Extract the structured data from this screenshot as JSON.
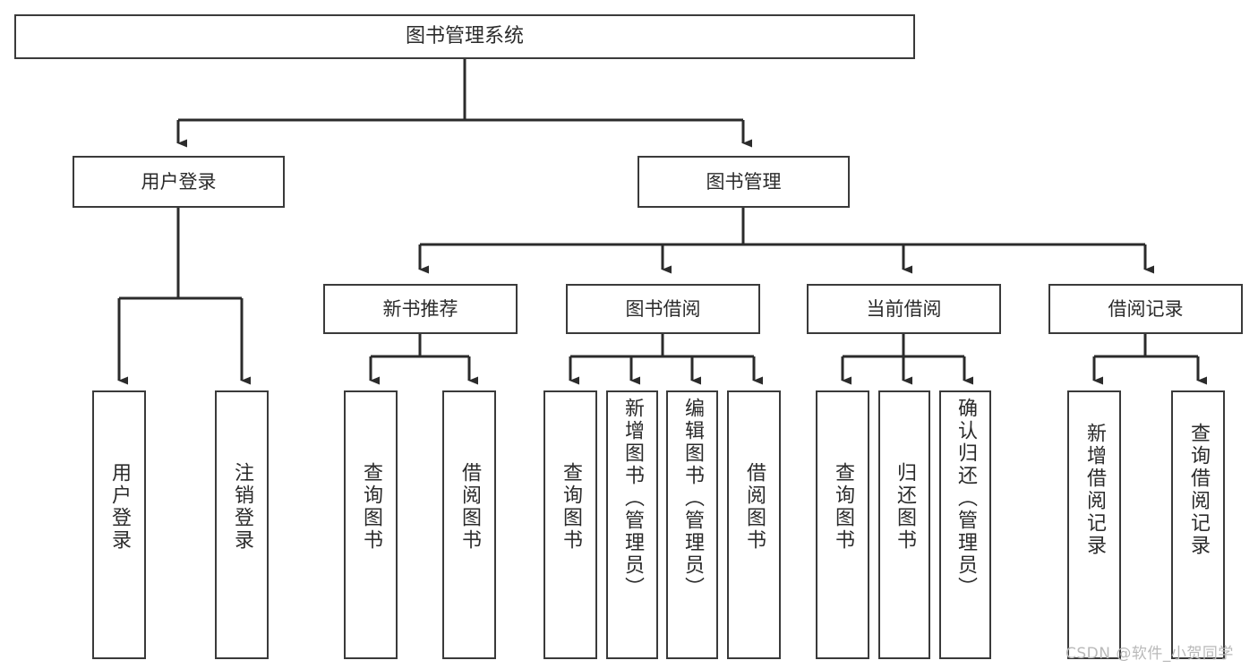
{
  "diagram": {
    "type": "hierarchy-tree",
    "title": "图书管理系统",
    "colors": {
      "box_border": "#3a3a3a",
      "box_fill": "#ffffff",
      "edge": "#2b2b2b",
      "text": "#2b2b2b",
      "watermark": "#b9b9b9",
      "background": "#ffffff"
    },
    "watermark": "CSDN @软件_小贺同学"
  },
  "nodes": {
    "root": {
      "label": "图书管理系统",
      "level": 0,
      "orientation": "horizontal"
    },
    "level1": [
      {
        "id": "user-login",
        "label": "用户登录",
        "orientation": "horizontal"
      },
      {
        "id": "book-management",
        "label": "图书管理",
        "orientation": "horizontal"
      }
    ],
    "level2": [
      {
        "id": "new-book-recommend",
        "label": "新书推荐",
        "orientation": "horizontal",
        "parent": "book-management"
      },
      {
        "id": "book-borrow",
        "label": "图书借阅",
        "orientation": "horizontal",
        "parent": "book-management"
      },
      {
        "id": "current-borrow",
        "label": "当前借阅",
        "orientation": "horizontal",
        "parent": "book-management"
      },
      {
        "id": "borrow-record",
        "label": "借阅记录",
        "orientation": "horizontal",
        "parent": "book-management"
      }
    ],
    "leaves": [
      {
        "id": "leaf-user-login",
        "label": "用户登录",
        "parent": "user-login",
        "orientation": "vertical"
      },
      {
        "id": "leaf-user-logout",
        "label": "注销登录",
        "parent": "user-login",
        "orientation": "vertical"
      },
      {
        "id": "leaf-query-book-1",
        "label": "查询图书",
        "parent": "new-book-recommend",
        "orientation": "vertical"
      },
      {
        "id": "leaf-borrow-book-1",
        "label": "借阅图书",
        "parent": "new-book-recommend",
        "orientation": "vertical"
      },
      {
        "id": "leaf-query-book-2",
        "label": "查询图书",
        "parent": "book-borrow",
        "orientation": "vertical"
      },
      {
        "id": "leaf-add-book",
        "label": "新增图书（管理员）",
        "parent": "book-borrow",
        "orientation": "vertical"
      },
      {
        "id": "leaf-edit-book",
        "label": "编辑图书（管理员）",
        "parent": "book-borrow",
        "orientation": "vertical"
      },
      {
        "id": "leaf-borrow-book-2",
        "label": "借阅图书",
        "parent": "book-borrow",
        "orientation": "vertical"
      },
      {
        "id": "leaf-query-book-3",
        "label": "查询图书",
        "parent": "current-borrow",
        "orientation": "vertical"
      },
      {
        "id": "leaf-return-book",
        "label": "归还图书",
        "parent": "current-borrow",
        "orientation": "vertical"
      },
      {
        "id": "leaf-confirm-return",
        "label": "确认归还（管理员）",
        "parent": "current-borrow",
        "orientation": "vertical"
      },
      {
        "id": "leaf-add-record",
        "label": "新增借阅记录",
        "parent": "borrow-record",
        "orientation": "vertical"
      },
      {
        "id": "leaf-query-record",
        "label": "查询借阅记录",
        "parent": "borrow-record",
        "orientation": "vertical"
      }
    ]
  }
}
